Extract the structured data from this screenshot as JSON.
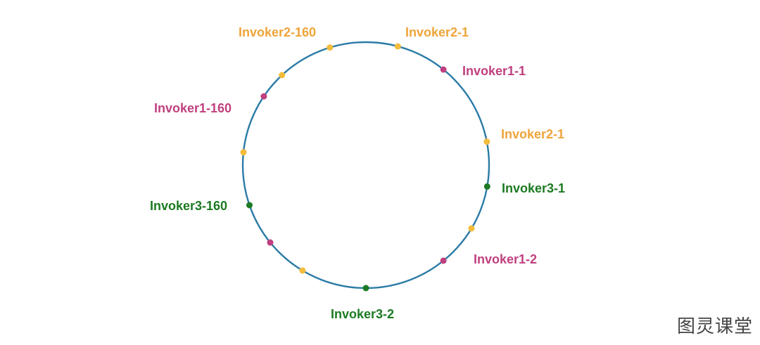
{
  "colors": {
    "ring": "#2B7BA6",
    "invoker1": "#C0407F",
    "invoker2": "#F2BC3C",
    "invoker2_label": "#EFA43A",
    "invoker3": "#1C7A22"
  },
  "labels": {
    "invoker2_160": "Invoker2-160",
    "invoker2_1_top": "Invoker2-1",
    "invoker1_1": "Invoker1-1",
    "invoker1_160": "Invoker1-160",
    "invoker2_1_right": "Invoker2-1",
    "invoker3_1": "Invoker3-1",
    "invoker3_160": "Invoker3-160",
    "invoker1_2": "Invoker1-2",
    "invoker3_2": "Invoker3-2"
  },
  "watermark": "图灵课堂"
}
